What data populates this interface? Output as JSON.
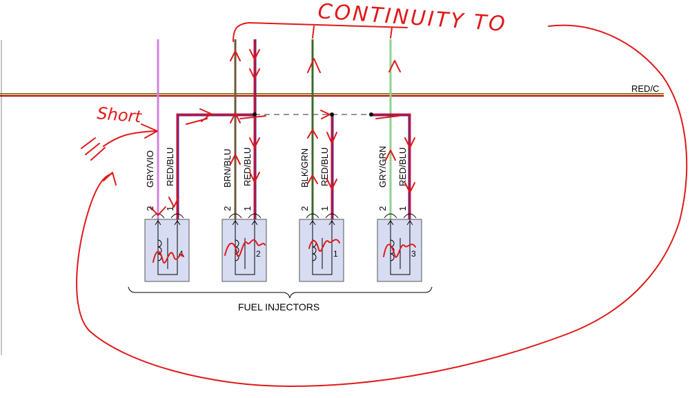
{
  "top_wire_label": "RED/C",
  "bottom_label": "FUEL INJECTORS",
  "injectors": [
    {
      "number": "4",
      "pin2_wire": "GRY/VIO",
      "pin1_wire": "RED/BLU",
      "pin2": "2",
      "pin1": "1"
    },
    {
      "number": "2",
      "pin2_wire": "BRN/BLU",
      "pin1_wire": "RED/BLU",
      "pin2": "2",
      "pin1": "1"
    },
    {
      "number": "1",
      "pin2_wire": "BLK/GRN",
      "pin1_wire": "RED/BLU",
      "pin2": "2",
      "pin1": "1"
    },
    {
      "number": "3",
      "pin2_wire": "GRY/GRN",
      "pin1_wire": "RED/BLU",
      "pin2": "2",
      "pin1": "1"
    }
  ],
  "annotations": {
    "continuity": "CONTINUITY TO",
    "short": "Short"
  },
  "colors": {
    "harness_red": "#b30000",
    "harness_olive": "#8a7a1a",
    "red_blu": "#c0143c",
    "gry_vio": "#d080e0",
    "brn_blu": "#6b5a3a",
    "blk_grn": "#3b6b2b",
    "gry_grn": "#8fd08f",
    "injector_fill": "#d8dcf2",
    "ink": "#e01818"
  }
}
